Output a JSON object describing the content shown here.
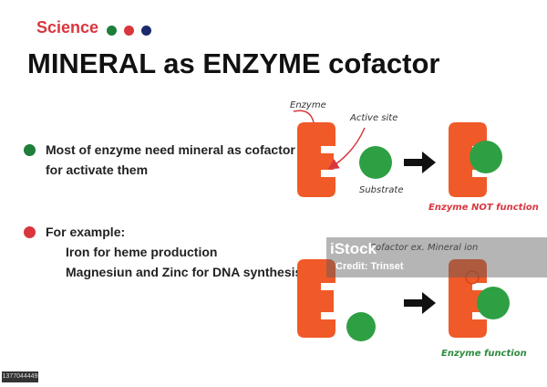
{
  "header": {
    "category": "Science",
    "title": "MINERAL as ENZYME cofactor"
  },
  "colors": {
    "red": "#d9363e",
    "green": "#1e7e3a",
    "navy": "#1a2a6c",
    "enzyme_orange": "#f05a28",
    "substrate_green": "#2ea043"
  },
  "bullets": [
    {
      "color": "green",
      "lines": [
        "Most of enzyme need mineral as cofactor",
        "for activate them"
      ]
    },
    {
      "color": "red",
      "lines": [
        "For example:",
        "Iron for heme production",
        "Magnesiun and Zinc for DNA synthesis"
      ]
    }
  ],
  "diagram": {
    "top": {
      "enzyme_label": "Enzyme",
      "active_site_label": "Active site",
      "substrate_label": "Substrate",
      "result_label": "Enzyme NOT function"
    },
    "bottom": {
      "cofactor_label": "Cofactor ex. Mineral ion",
      "result_label": "Enzyme function"
    }
  },
  "watermark": {
    "logo": "iStock",
    "credit": "Credit: Trinset"
  },
  "image_id": "1377044449"
}
